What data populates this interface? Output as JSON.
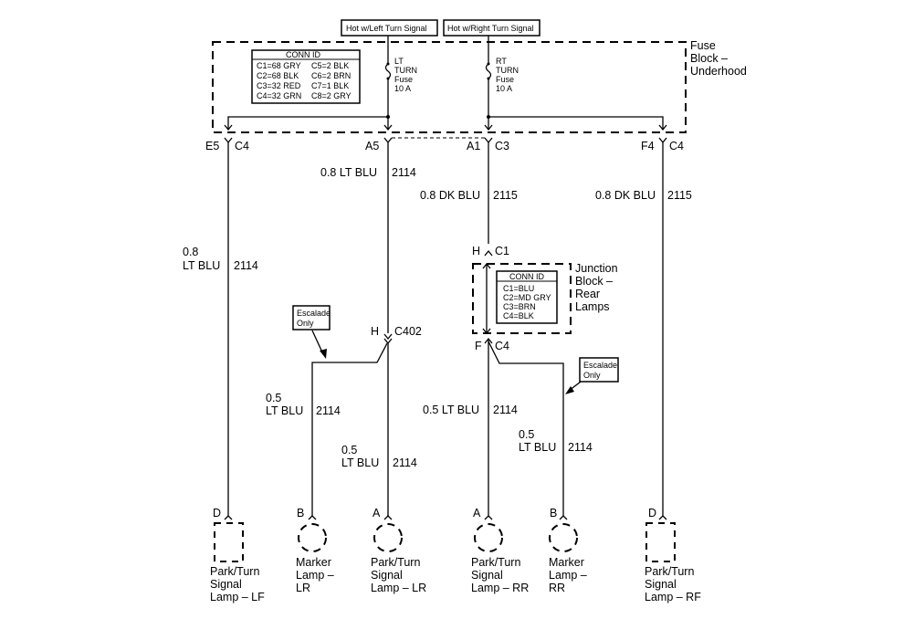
{
  "title_boxes": {
    "left": "Hot w/Left Turn Signal",
    "right": "Hot w/Right Turn Signal"
  },
  "fuse_block": {
    "label": [
      "Fuse",
      "Block –",
      "Underhood"
    ],
    "conn_id": {
      "header": "CONN ID",
      "rows": [
        [
          "C1=68 GRY",
          "C5=2 BLK"
        ],
        [
          "C2=68 BLK",
          "C6=2 BRN"
        ],
        [
          "C3=32 RED",
          "C7=1 BLK"
        ],
        [
          "C4=32 GRN",
          "C8=2 GRY"
        ]
      ]
    },
    "fuses": [
      {
        "lines": [
          "LT",
          "TURN",
          "Fuse",
          "10 A"
        ]
      },
      {
        "lines": [
          "RT",
          "TURN",
          "Fuse",
          "10 A"
        ]
      }
    ]
  },
  "connectors": {
    "e5": {
      "pin": "E5",
      "conn": "C4"
    },
    "a5": {
      "pin": "A5",
      "conn": ""
    },
    "a1": {
      "pin": "A1",
      "conn": "C3"
    },
    "f4": {
      "pin": "F4",
      "conn": "C4"
    },
    "h_c1": {
      "pin": "H",
      "conn": "C1"
    },
    "h_c402": {
      "pin": "H",
      "conn": "C402"
    },
    "f_c4": {
      "pin": "F",
      "conn": "C4"
    }
  },
  "wires": {
    "lf_feed": {
      "gauge": "0.8",
      "color": "LT BLU",
      "circuit": "2114"
    },
    "a5_feed": {
      "size_color": "0.8 LT BLU",
      "circuit": "2114"
    },
    "a1_feed": {
      "size_color": "0.8 DK BLU",
      "circuit": "2115"
    },
    "f4_feed": {
      "size_color": "0.8 DK BLU",
      "circuit": "2115"
    },
    "lr_marker": {
      "gauge": "0.5",
      "color": "LT BLU",
      "circuit": "2114"
    },
    "lr_turn": {
      "gauge": "0.5",
      "color": "LT BLU",
      "circuit": "2114"
    },
    "rr_turn": {
      "size_color": "0.5 LT BLU",
      "circuit": "2114"
    },
    "rr_marker": {
      "gauge": "0.5",
      "color": "LT BLU",
      "circuit": "2114"
    }
  },
  "junction_block": {
    "label": [
      "Junction",
      "Block –",
      "Rear",
      "Lamps"
    ],
    "conn_id": {
      "header": "CONN ID",
      "rows": [
        "C1=BLU",
        "C2=MD GRY",
        "C3=BRN",
        "C4=BLK"
      ]
    }
  },
  "notes": {
    "left_escalade": [
      "Escalade",
      "Only"
    ],
    "right_escalade": [
      "Escalade",
      "Only"
    ]
  },
  "lamps": [
    {
      "pin": "D",
      "lines": [
        "Park/Turn",
        "Signal",
        "Lamp – LF"
      ]
    },
    {
      "pin": "B",
      "lines": [
        "Marker",
        "Lamp –",
        "LR"
      ]
    },
    {
      "pin": "A",
      "lines": [
        "Park/Turn",
        "Signal",
        "Lamp – LR"
      ]
    },
    {
      "pin": "A",
      "lines": [
        "Park/Turn",
        "Signal",
        "Lamp – RR"
      ]
    },
    {
      "pin": "B",
      "lines": [
        "Marker",
        "Lamp –",
        "RR"
      ]
    },
    {
      "pin": "D",
      "lines": [
        "Park/Turn",
        "Signal",
        "Lamp – RF"
      ]
    }
  ]
}
